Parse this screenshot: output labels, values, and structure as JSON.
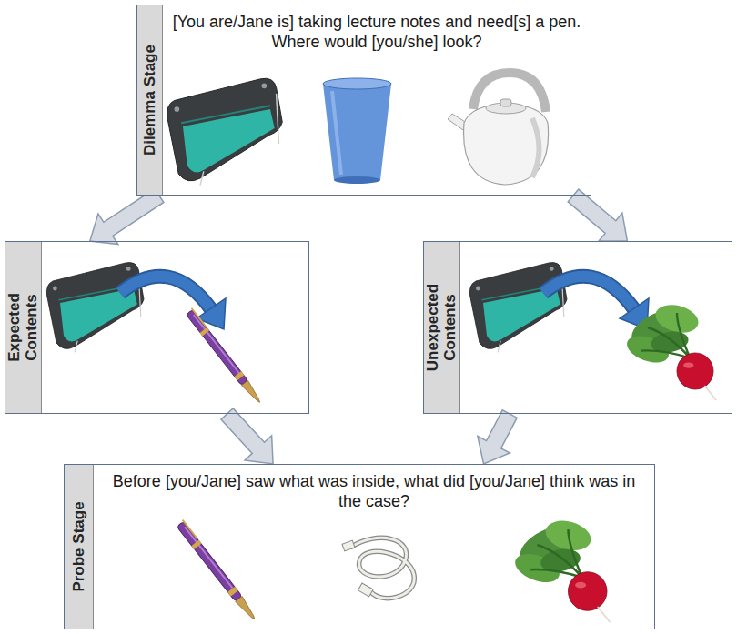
{
  "diagram": {
    "nodes": [
      {
        "text": [
          "Dilemma Stage",
          "[You are/Jane is] taking lecture notes and need[s] a pen. Where would [you/she] look?"
        ]
      },
      {
        "text": [
          "Expected Contents"
        ]
      },
      {
        "text": [
          "Unexpected Contents"
        ]
      },
      {
        "text": [
          "Probe Stage",
          "Before [you/Jane] saw what was inside, what did [you/Jane] think was in the case?"
        ]
      }
    ],
    "edges": [
      {
        "from": 0,
        "to": 1,
        "arrow": "to"
      },
      {
        "from": 0,
        "to": 2,
        "arrow": "to"
      },
      {
        "from": 1,
        "to": 3,
        "arrow": "to"
      },
      {
        "from": 2,
        "to": 3,
        "arrow": "to"
      }
    ]
  }
}
